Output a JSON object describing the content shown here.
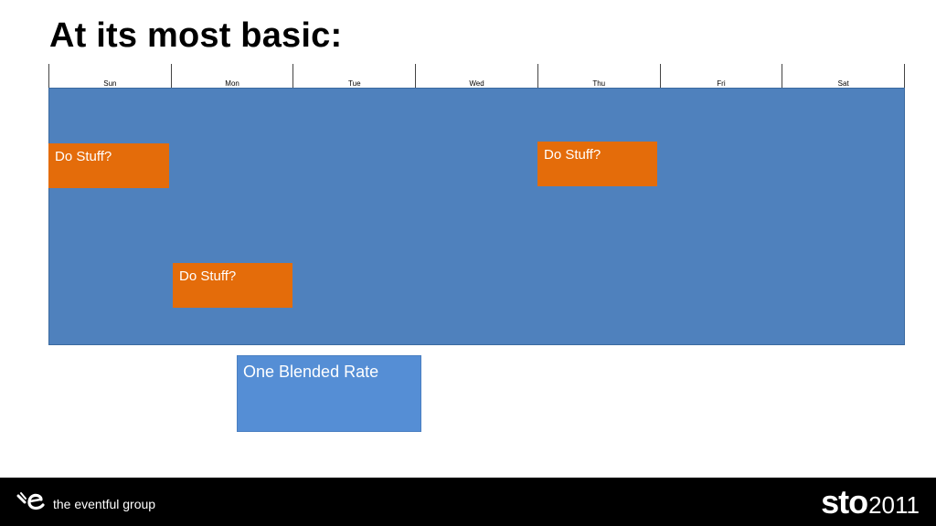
{
  "slide": {
    "title": "At its most basic:"
  },
  "calendar": {
    "days": [
      "Sun",
      "Mon",
      "Tue",
      "Wed",
      "Thu",
      "Fri",
      "Sat"
    ]
  },
  "blocks": {
    "sun": "Do Stuff?",
    "mon": "Do Stuff?",
    "thu": "Do Stuff?"
  },
  "rate_box": {
    "label": "One Blended Rate"
  },
  "footer": {
    "brand": "the eventful group",
    "event_name": "sto",
    "event_year": "2011"
  },
  "colors": {
    "main_rect": "#4f81bd",
    "task_block": "#e46c0a",
    "rate_box": "#558ed5",
    "footer_bg": "#000000"
  }
}
